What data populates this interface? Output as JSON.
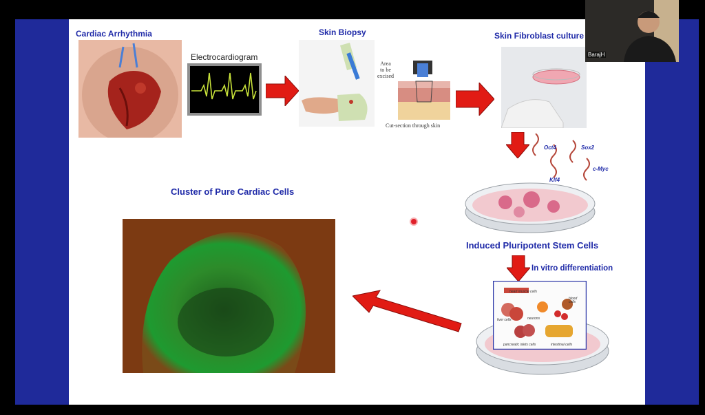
{
  "slide": {
    "cardiac_arrhythmia": "Cardiac Arrhythmia",
    "electrocardiogram": "Electrocardiogram",
    "skin_biopsy": "Skin Biopsy",
    "area_excised_1": "Area",
    "area_excised_2": "to be",
    "area_excised_3": "excised",
    "cut_section": "Cut-section through skin",
    "skin_fibroblast": "Skin Fibroblast culture",
    "oct4": "Oct4",
    "sox2": "Sox2",
    "klf4": "Klf4",
    "cmyc": "c-Myc",
    "induced_pluripotent": "Induced Pluripotent Stem Cells",
    "in_vitro": "In vitro differentiation",
    "heart_muscle": "heart muscle cells",
    "blood_cells_1": "blood",
    "blood_cells_2": "cells",
    "liver_cells": "liver cells",
    "neurons": "neurons",
    "pancreatic": "pancreatic islets cells",
    "intestinal": "intestinal cells",
    "cluster_title": "Cluster of Pure Cardiac Cells"
  },
  "video": {
    "participant_name": "BarajH"
  },
  "colors": {
    "title_blue": "#1f2aa8",
    "arrow_red": "#e11b14",
    "band_blue": "#1f2a9a"
  }
}
